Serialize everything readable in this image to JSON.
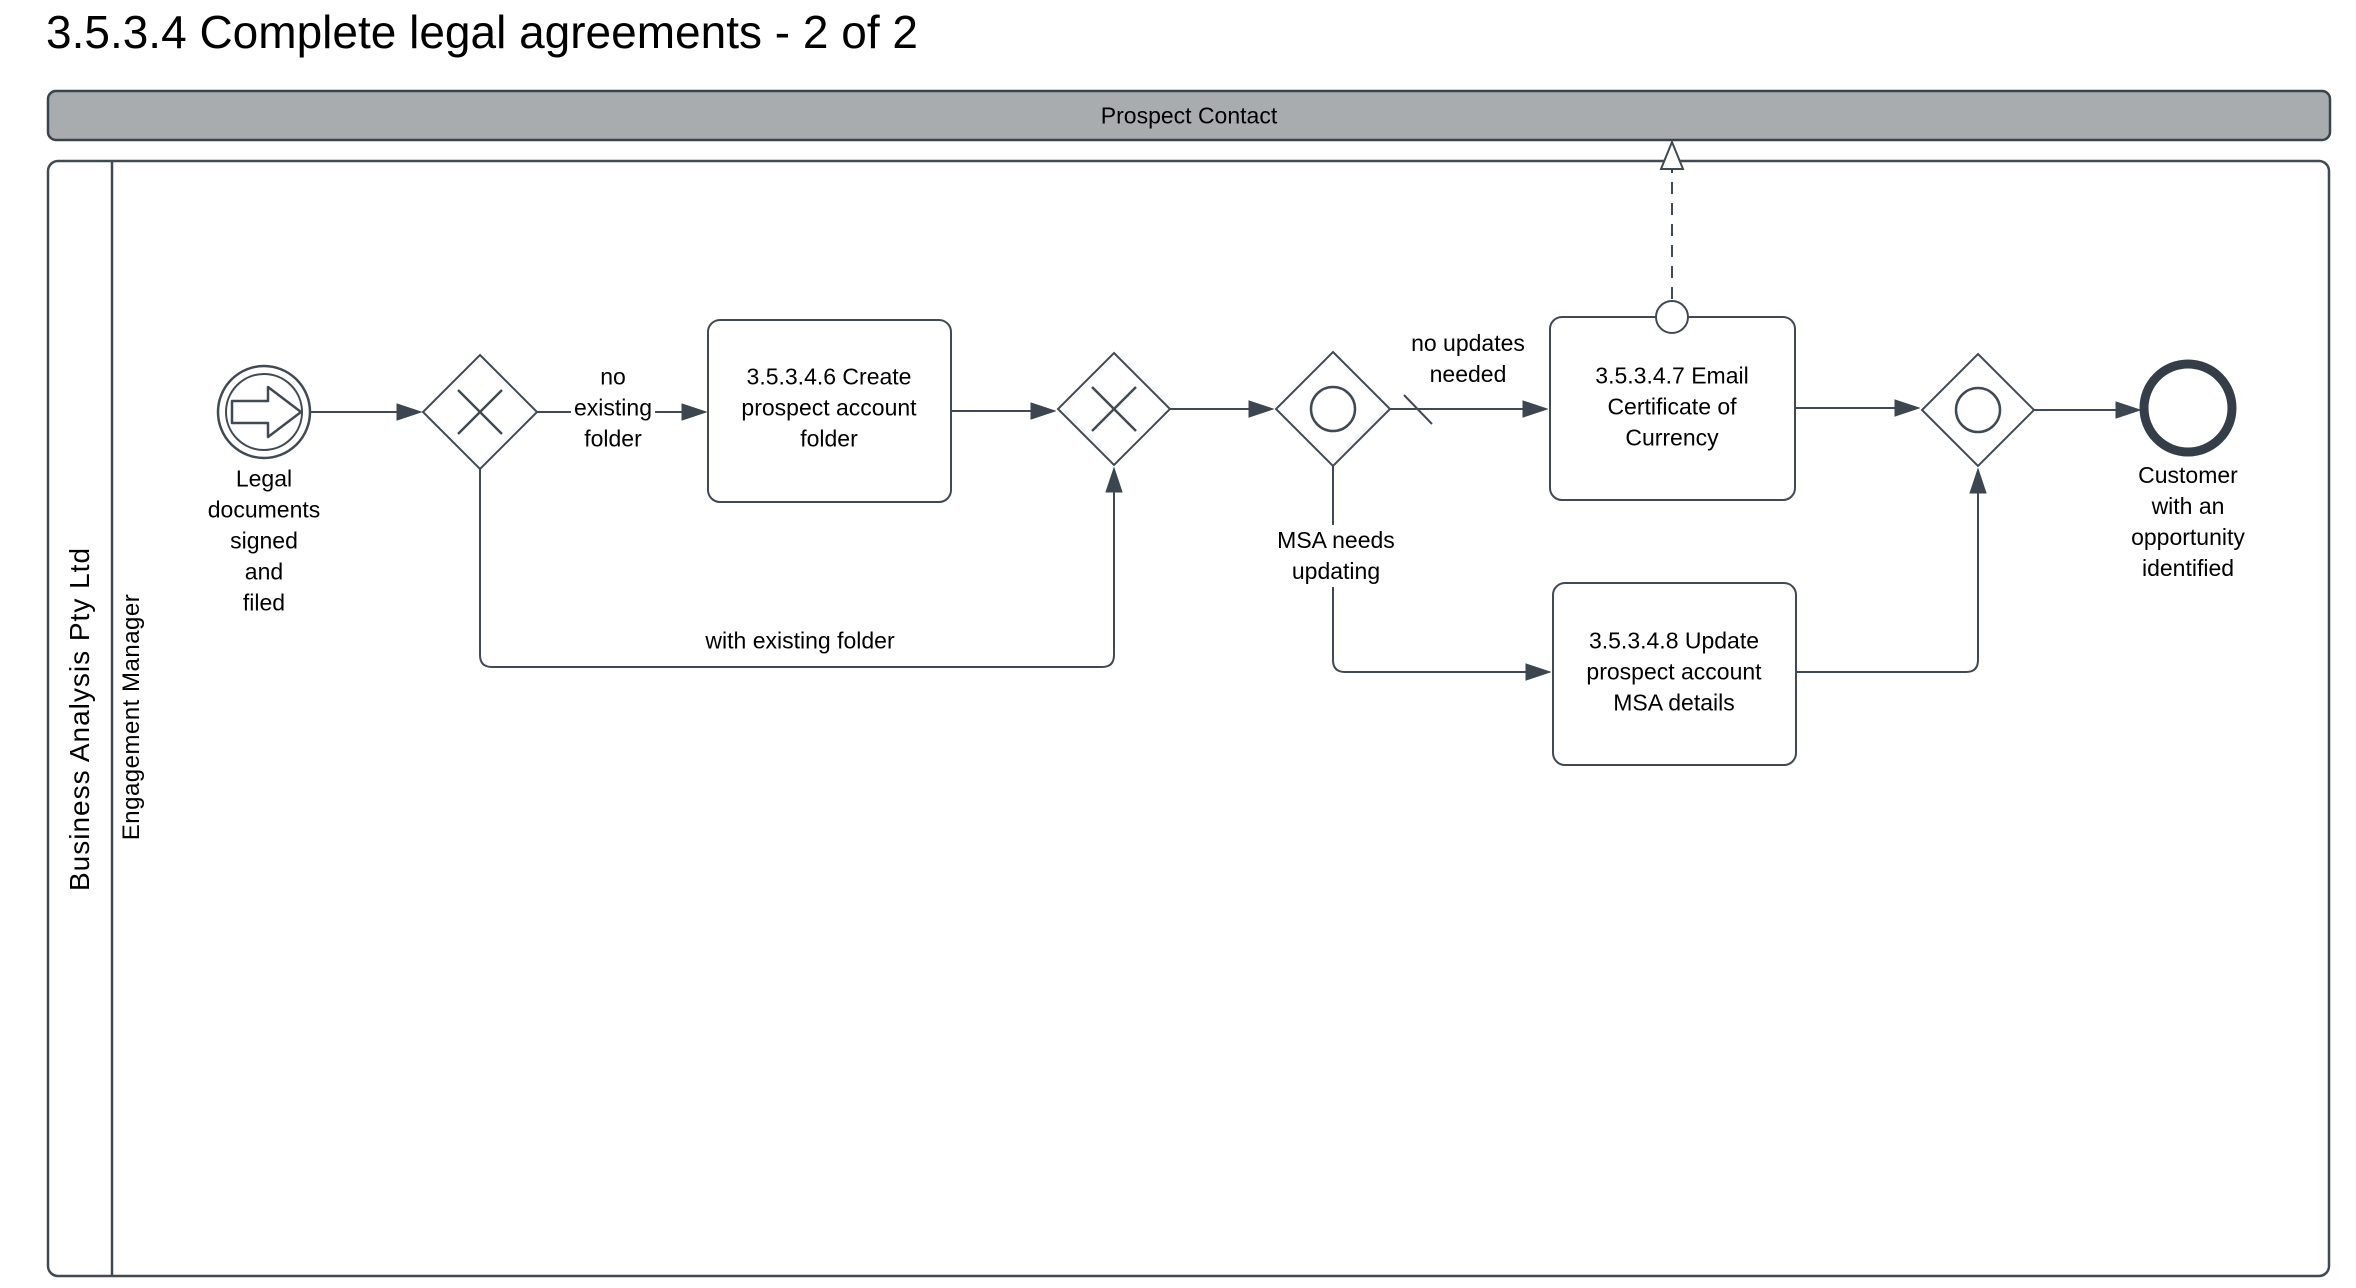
{
  "title": "3.5.3.4 Complete legal agreements - 2 of 2",
  "colors": {
    "stroke": "#404a54",
    "arrow_fill": "#3c4650",
    "end_event_stroke": "#343e48",
    "collapsed_pool_fill": "#a9acae",
    "text": "#000000"
  },
  "collapsed_pool": {
    "label": "Prospect Contact"
  },
  "pool": {
    "name": "Business Analysis Pty Ltd",
    "lane": "Engagement Manager"
  },
  "nodes": {
    "start_event": {
      "label": "Legal\ndocuments\nsigned\nand\nfiled",
      "type": "link-catch-event"
    },
    "gateway_split": {
      "type": "exclusive-gateway"
    },
    "task_create_folder": {
      "label": "3.5.3.4.6 Create\nprospect account\nfolder"
    },
    "gateway_merge": {
      "type": "exclusive-gateway"
    },
    "gateway_inclusive_split": {
      "type": "inclusive-gateway"
    },
    "task_email_certificate": {
      "label": "3.5.3.4.7 Email\nCertificate of\nCurrency"
    },
    "task_update_msa": {
      "label": "3.5.3.4.8 Update\nprospect account\nMSA details"
    },
    "gateway_inclusive_merge": {
      "type": "inclusive-gateway"
    },
    "end_event": {
      "label": "Customer\nwith an\nopportunity\nidentified"
    }
  },
  "edges": {
    "no_existing_folder": "no\nexisting\nfolder",
    "with_existing_folder": "with existing folder",
    "no_updates_needed": "no updates\nneeded",
    "msa_needs_updating": "MSA needs\nupdating"
  }
}
